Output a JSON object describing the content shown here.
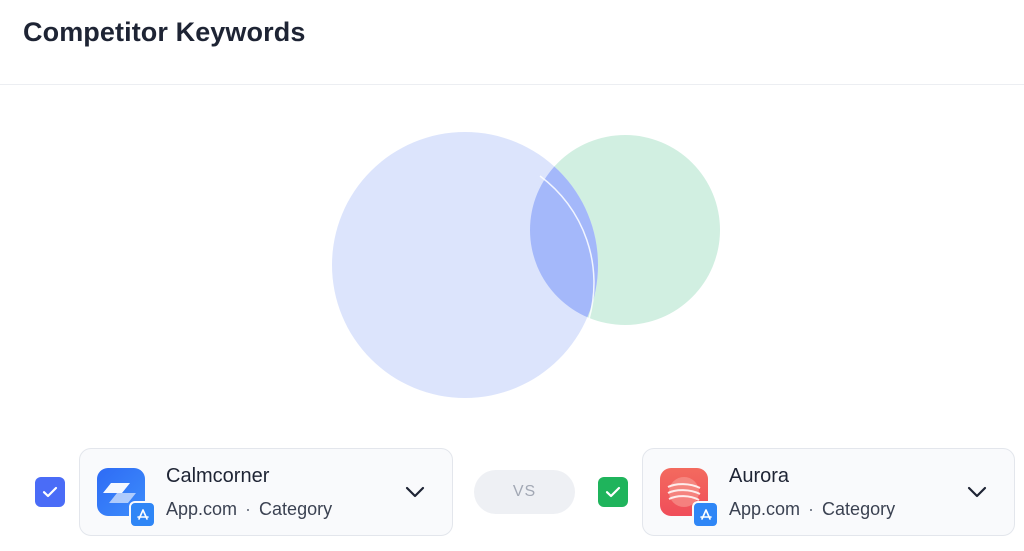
{
  "header": {
    "title": "Competitor Keywords"
  },
  "venn": {
    "sets": [
      {
        "name": "Calmcorner",
        "color": "#dce4fc"
      },
      {
        "name": "Aurora",
        "color": "#d1efe1"
      }
    ],
    "overlap_color": "#a4b8fa"
  },
  "competitors": {
    "left": {
      "checked": true,
      "checkbox_color": "#4a6cf7",
      "name": "Calmcorner",
      "store": "App.com",
      "separator": "·",
      "category": "Category",
      "icon": "calmcorner-app-icon",
      "badge_icon": "app-store-icon"
    },
    "vs_label": "VS",
    "right": {
      "checked": true,
      "checkbox_color": "#1fb45c",
      "name": "Aurora",
      "store": "App.com",
      "separator": "·",
      "category": "Category",
      "icon": "aurora-app-icon",
      "badge_icon": "app-store-icon"
    }
  }
}
